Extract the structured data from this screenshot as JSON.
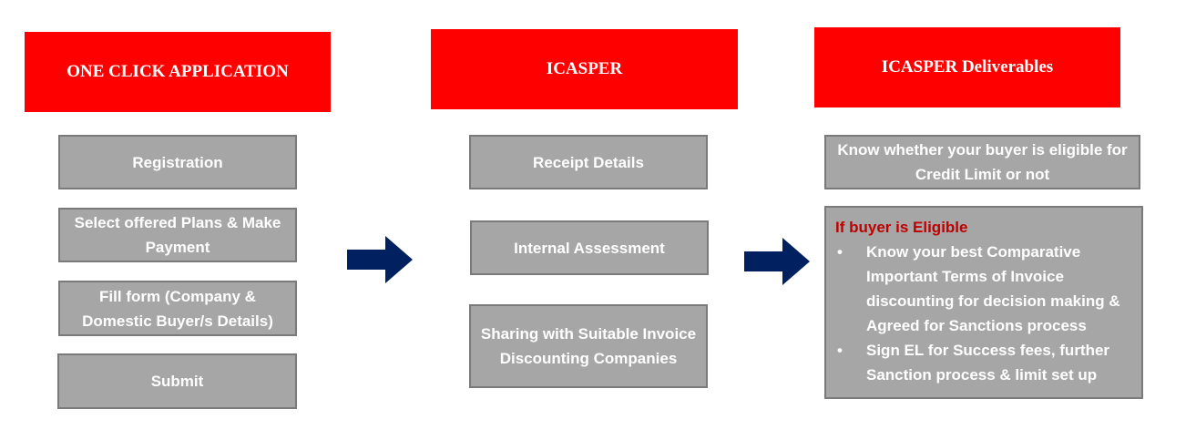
{
  "columns": [
    {
      "header": "ONE CLICK APPLICATION",
      "boxes": [
        "Registration",
        "Select offered Plans & Make Payment",
        "Fill form (Company & Domestic Buyer/s Details)",
        "Submit"
      ]
    },
    {
      "header": "ICASPER",
      "boxes": [
        "Receipt Details",
        "Internal Assessment",
        "Sharing with Suitable Invoice Discounting Companies"
      ]
    },
    {
      "header": "ICASPER Deliverables",
      "boxes": [
        "Know whether your buyer is eligible for Credit Limit or not"
      ],
      "eligible": {
        "title": "If buyer is Eligible",
        "bullet": "•",
        "items": [
          "Know your best Comparative Important Terms of Invoice discounting for decision making & Agreed for Sanctions process",
          "Sign EL for Success fees, further Sanction process & limit set up"
        ]
      }
    }
  ],
  "colors": {
    "header_bg": "#ff0000",
    "box_bg": "#a6a6a6",
    "box_border": "#7a7a7a",
    "arrow": "#002060",
    "eligible_title": "#c00000"
  },
  "icons": [
    "right-arrow-icon",
    "right-arrow-icon"
  ]
}
